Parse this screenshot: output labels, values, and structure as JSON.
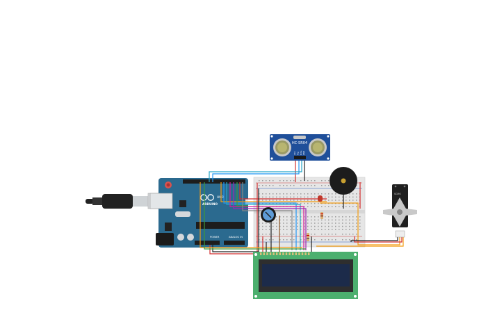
{
  "canvas": {
    "background": "#ffffff"
  },
  "components": {
    "usb_plug": {
      "icon": "usb-plug-icon"
    },
    "arduino": {
      "brand_text": "ARDUINO",
      "model_text": "UNO",
      "logo_icon": "arduino-infinity-icon",
      "power_header_label": "POWER",
      "analog_header_label": "ANALOG IN",
      "color": "#2b6a8f"
    },
    "ultrasonic_sensor": {
      "model_label": "HC-SR04",
      "pin_labels": [
        "VCC",
        "Trig",
        "Echo",
        "GND"
      ],
      "color": "#1f4f9a"
    },
    "buzzer": {
      "icon": "buzzer-icon"
    },
    "servo": {
      "model_label": "SG90",
      "icon": "servo-icon"
    },
    "lcd": {
      "color_board": "#4caf6e",
      "color_screen": "#1c2b4a"
    },
    "potentiometer": {
      "icon": "potentiometer-icon"
    },
    "led": {
      "icon": "led-icon",
      "color": "#c0392b"
    },
    "resistors": {
      "icon": "resistor-icon"
    }
  },
  "wire_colors": {
    "red": "#d32f2f",
    "black": "#222222",
    "blue": "#2196f3",
    "cyan": "#26a7c9",
    "orange": "#f39c12",
    "green": "#3c9a3c",
    "purple": "#9c27b0",
    "magenta": "#d81b9a",
    "gray": "#888888",
    "brown": "#8d5524"
  }
}
